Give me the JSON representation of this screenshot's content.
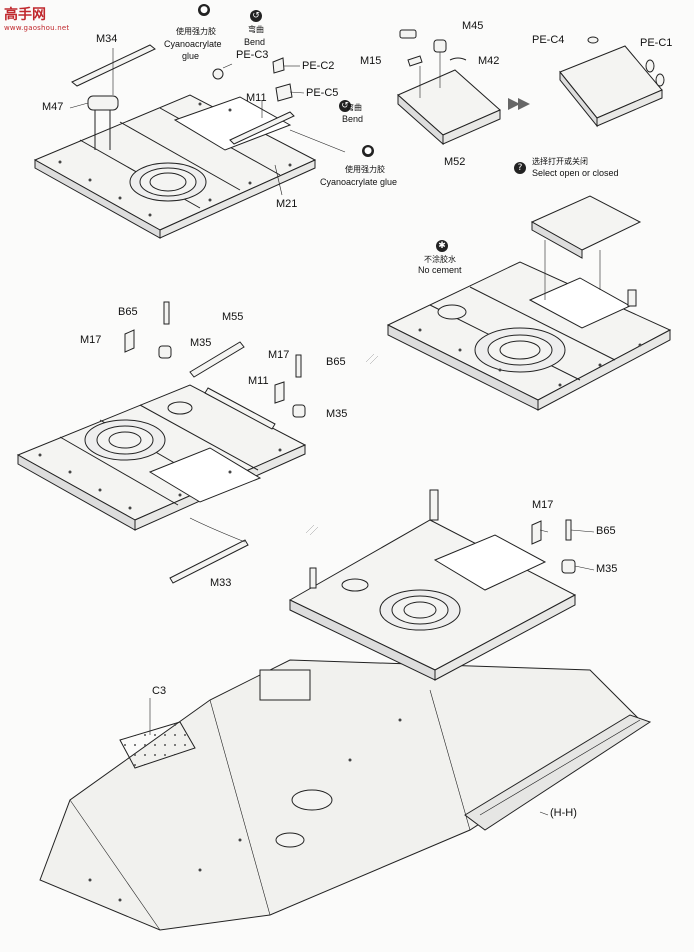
{
  "watermark": {
    "text": "高手网",
    "url": "www.gaoshou.net",
    "color": "#c0282d"
  },
  "labels": {
    "m34": "M34",
    "m47": "M47",
    "cyano_cn_1": "使用强力胶",
    "cyano_en_1a": "Cyanoacrylate",
    "cyano_en_1b": "glue",
    "bend_cn_1": "弯曲",
    "bend_en_1": "Bend",
    "pe_c3": "PE-C3",
    "pe_c2": "PE-C2",
    "pe_c5": "PE-C5",
    "m11_top": "M11",
    "bend_cn_2": "弯曲",
    "bend_en_2": "Bend",
    "cyano_cn_2": "使用强力胶",
    "cyano_en_2": "Cyanoacrylate glue",
    "m21": "M21",
    "m45": "M45",
    "m15": "M15",
    "m42": "M42",
    "m52": "M52",
    "pe_c4": "PE-C4",
    "pe_c1": "PE-C1",
    "select_cn": "选择打开或关闭",
    "select_en": "Select open or closed",
    "no_cement_cn": "不涂胶水",
    "no_cement_en": "No cement",
    "b65_left": "B65",
    "m17_left": "M17",
    "m35_left": "M35",
    "m55": "M55",
    "m17_mid": "M17",
    "b65_mid": "B65",
    "m11_mid": "M11",
    "m35_mid": "M35",
    "m33": "M33",
    "m17_right": "M17",
    "b65_right": "B65",
    "m35_right": "M35",
    "c3": "C3",
    "hh": "(H-H)"
  },
  "icons": {
    "glue": "glue-drop-icon",
    "bend": "bend-icon",
    "question": "question-icon",
    "no_cement": "no-cement-icon",
    "arrow": "double-arrow-icon"
  }
}
